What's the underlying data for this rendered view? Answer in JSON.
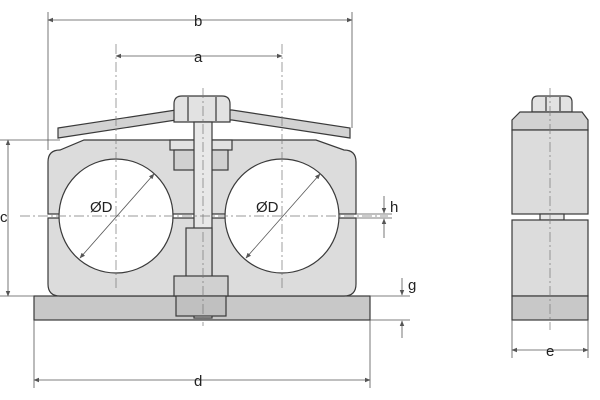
{
  "labels": {
    "b": "b",
    "a": "a",
    "c": "c",
    "d": "d",
    "e": "e",
    "g": "g",
    "h": "h",
    "diam_left": "ØD",
    "diam_right": "ØD"
  },
  "colors": {
    "body": "#dcdcdc",
    "body_dark": "#c4c4c4",
    "plate": "#c8c8c8",
    "bore": "#ffffff",
    "bolt": "#e2e2e2",
    "line": "#3a3a3a",
    "dim": "#555555"
  }
}
